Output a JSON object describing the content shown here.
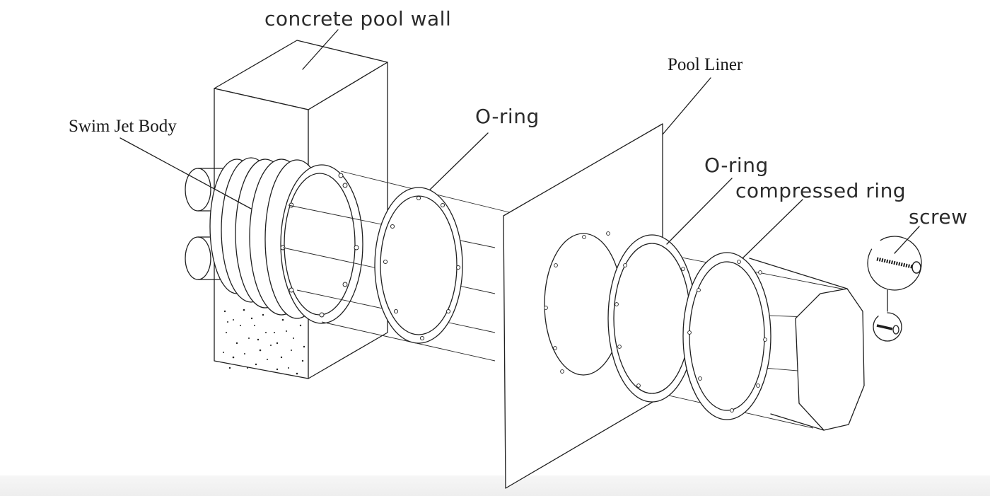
{
  "labels": {
    "wall": "concrete pool wall",
    "liner": "Pool Liner",
    "body": "Swim Jet Body",
    "oring1": "O-ring",
    "oring2": "O-ring",
    "compressed": "compressed ring",
    "screw": "screw"
  },
  "colors": {
    "line": "#1f1f1f",
    "text": "#2b2b2b"
  }
}
